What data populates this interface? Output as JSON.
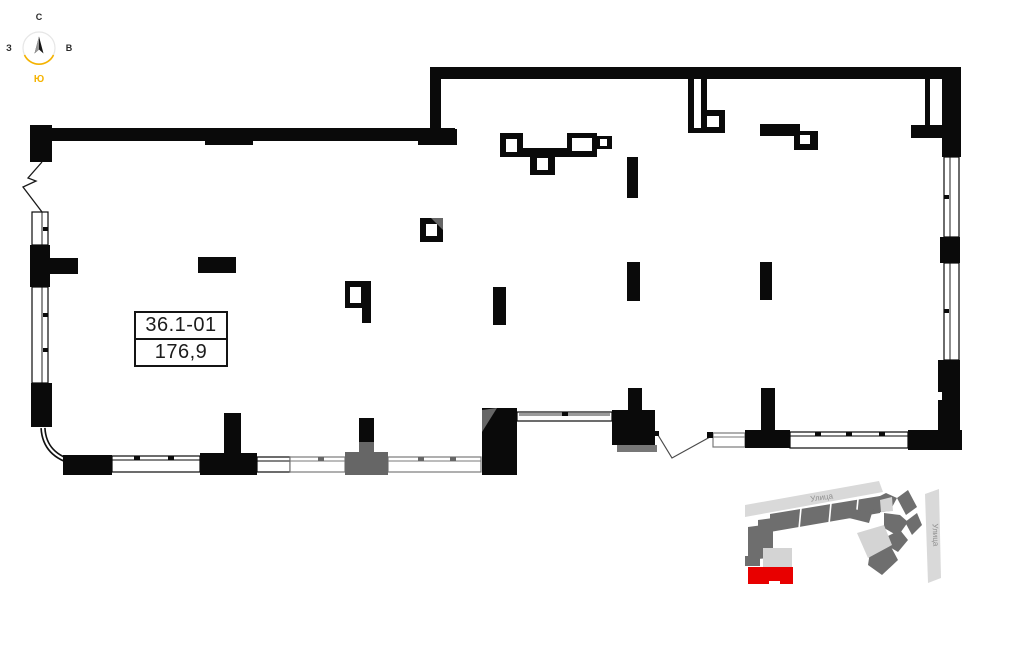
{
  "compass": {
    "north": "С",
    "west": "З",
    "east": "В",
    "south": "Ю"
  },
  "unit_label": {
    "code": "36.1-01",
    "area": "176,9"
  },
  "minimap": {
    "street_top": "Улица",
    "street_right": "Улица"
  },
  "colors": {
    "wall_black": "#0a0a0a",
    "adjacent_gray": "#666666",
    "street_fill": "#d9d9d9",
    "street_text": "#8f8f8f",
    "minimap_building_dark": "#6e6e6e",
    "minimap_building_light": "#d4d4d4",
    "highlight_red": "#e80000",
    "compass_accent": "#f5b301"
  }
}
